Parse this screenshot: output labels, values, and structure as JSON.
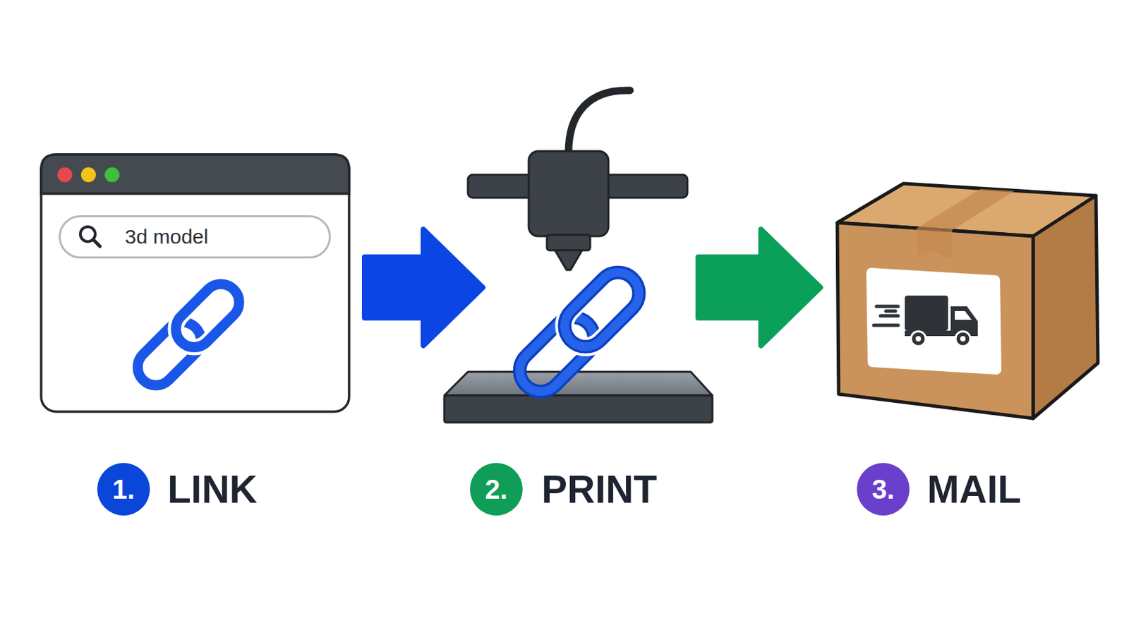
{
  "diagram": {
    "nodes": [
      {
        "text": [
          "LINK"
        ]
      },
      {
        "text": [
          "3d model"
        ],
        "in": 0
      },
      {
        "text": [
          "1."
        ],
        "in": 0
      },
      {
        "text": [
          "PRINT"
        ]
      },
      {
        "text": [
          "2."
        ],
        "in": 3
      },
      {
        "text": [
          "MAIL"
        ]
      },
      {
        "text": [
          "3."
        ],
        "in": 5
      }
    ],
    "edges": [
      {
        "from": 0,
        "to": 3,
        "arrow": "to"
      },
      {
        "from": 3,
        "to": 5,
        "arrow": "to"
      }
    ]
  }
}
